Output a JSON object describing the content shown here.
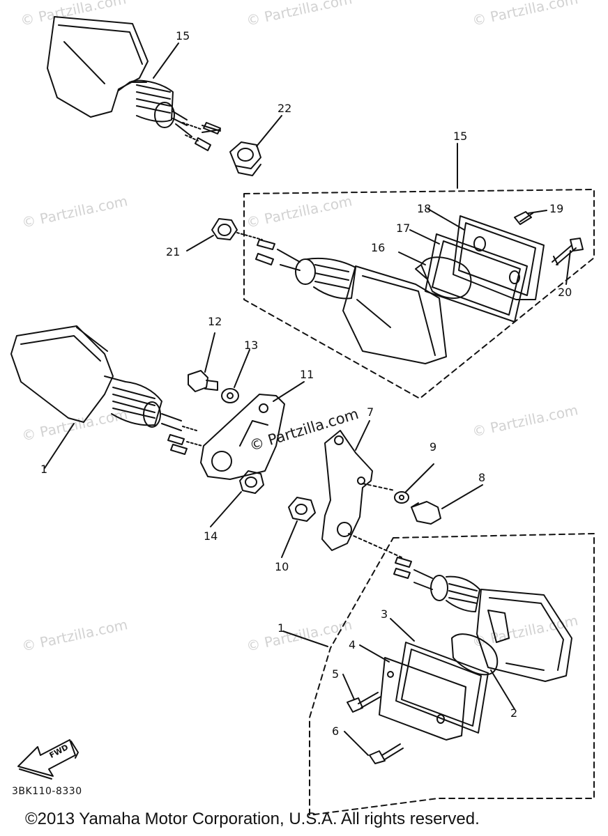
{
  "watermark": {
    "text": "© Partzilla.com",
    "center_text": "© Partzilla.com"
  },
  "callouts": {
    "c1_top_right_group": "15",
    "c15_top_left": "15",
    "c22": "22",
    "c18": "18",
    "c19": "19",
    "c17": "17",
    "c16": "16",
    "c21": "21",
    "c20": "20",
    "c12": "12",
    "c13": "13",
    "c11": "11",
    "c7": "7",
    "c9": "9",
    "c8": "8",
    "c1_left": "1",
    "c14": "14",
    "c10": "10",
    "c1_bottom_group": "1",
    "c3": "3",
    "c4": "4",
    "c5": "5",
    "c6": "6",
    "c2": "2"
  },
  "fwd_label": "FWD",
  "diagram_code": "3BK110-8330",
  "copyright": "©2013 Yamaha Motor Corporation, U.S.A. All rights reserved.",
  "colors": {
    "line": "#111111",
    "watermark": "#d2d2d2",
    "background": "#ffffff"
  }
}
